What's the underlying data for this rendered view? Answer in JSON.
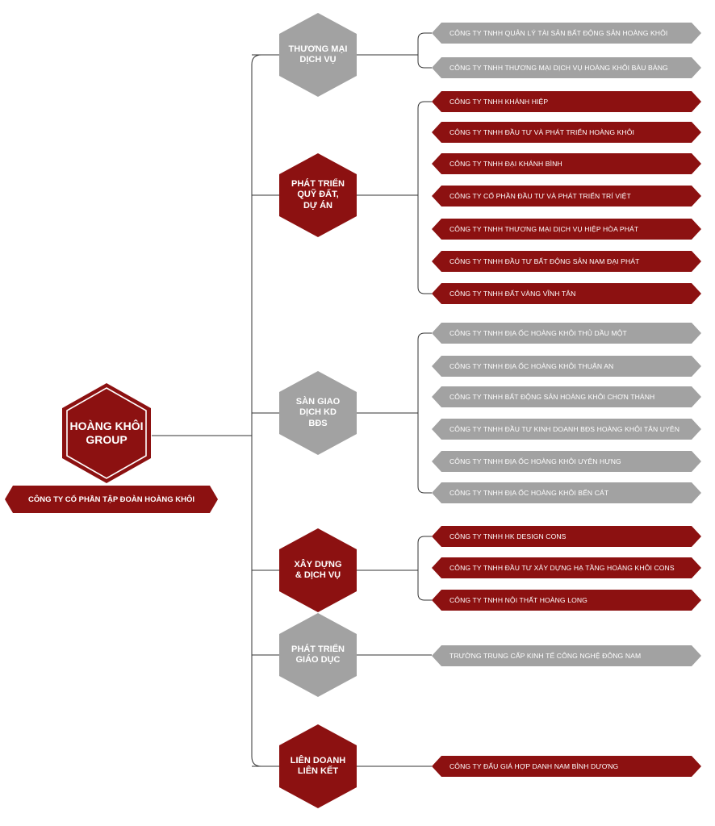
{
  "root": {
    "title_line1": "HOÀNG KHÔI",
    "title_line2": "GROUP",
    "company": "CÔNG TY CỔ PHẦN TẬP ĐOÀN HOÀNG KHÔI",
    "color": "#8c1111"
  },
  "colors": {
    "red": "#8c1111",
    "grey": "#a2a2a2",
    "line": "#333333"
  },
  "divisions": [
    {
      "lines": [
        "THƯƠNG MẠI",
        "DỊCH VỤ"
      ],
      "color": "grey",
      "companies": [
        "CÔNG TY TNHH QUẢN LÝ TÀI SẢN BẤT ĐỘNG SẢN HOÀNG KHÔI",
        "CÔNG TY TNHH THƯƠNG MẠI DỊCH VỤ HOÀNG KHÔI BÀU BÀNG"
      ]
    },
    {
      "lines": [
        "PHÁT TRIỂN",
        "QUỸ ĐẤT,",
        "DỰ ÁN"
      ],
      "color": "red",
      "companies": [
        "CÔNG TY TNHH KHÁNH HIỆP",
        "CÔNG TY TNHH ĐẦU TƯ VÀ PHÁT TRIỂN HOÀNG KHÔI",
        "CÔNG TY TNHH ĐẠI KHÁNH BÌNH",
        "CÔNG TY CỔ PHẦN ĐẦU TƯ VÀ PHÁT TRIỂN TRÍ VIỆT",
        "CÔNG TY TNHH THƯƠNG MẠI DỊCH VỤ HIỆP HÒA PHÁT",
        "CÔNG TY TNHH ĐẦU TƯ BẤT ĐỘNG SẢN NAM ĐẠI PHÁT",
        "CÔNG TY TNHH ĐẤT VÀNG VĨNH TÂN"
      ]
    },
    {
      "lines": [
        "SÀN GIAO",
        "DỊCH KD",
        "BĐS"
      ],
      "color": "grey",
      "companies": [
        "CÔNG TY TNHH ĐỊA ỐC HOÀNG KHÔI THỦ DẦU MỘT",
        "CÔNG TY TNHH ĐỊA ỐC HOÀNG KHÔI THUẬN AN",
        "CÔNG TY TNHH BẤT ĐỘNG SẢN HOÀNG KHÔI CHƠN THÀNH",
        "CÔNG TY TNHH ĐẦU TƯ KINH DOANH BĐS HOÀNG KHÔI TÂN UYÊN",
        "CÔNG TY TNHH ĐỊA ỐC HOÀNG KHÔI UYÊN HƯNG",
        "CÔNG TY TNHH ĐỊA ỐC HOÀNG KHÔI BẾN CÁT"
      ]
    },
    {
      "lines": [
        "XÂY DỰNG",
        "& DỊCH VỤ"
      ],
      "color": "red",
      "companies": [
        "CÔNG TY TNHH HK DESIGN CONS",
        "CÔNG TY TNHH ĐẦU TƯ XÂY DỰNG HẠ TẦNG HOÀNG KHÔI CONS",
        "CÔNG TY TNHH NỘI THẤT HOÀNG LONG"
      ]
    },
    {
      "lines": [
        "PHÁT TRIỂN",
        "GIÁO DỤC"
      ],
      "color": "grey",
      "companies": [
        "TRƯỜNG TRUNG CẤP KINH TẾ CÔNG NGHỆ ĐÔNG NAM"
      ]
    },
    {
      "lines": [
        "LIÊN DOANH",
        "LIÊN KẾT"
      ],
      "color": "red",
      "companies": [
        "CÔNG TY ĐẤU GIÁ HỢP DANH NAM BÌNH DƯƠNG"
      ]
    }
  ]
}
